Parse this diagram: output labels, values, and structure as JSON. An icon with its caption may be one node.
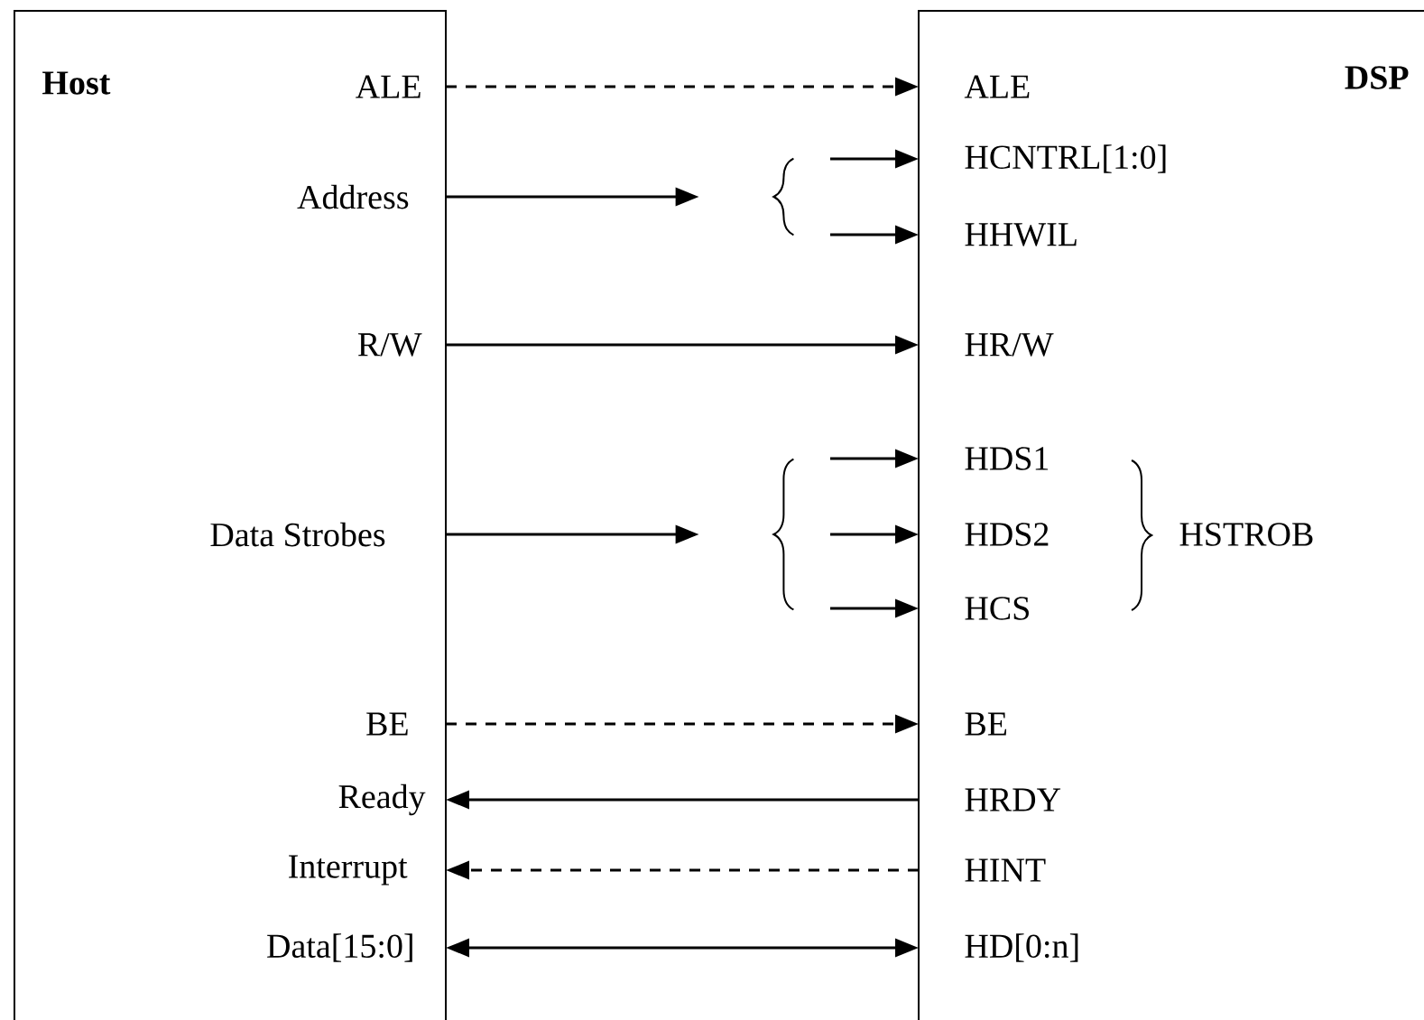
{
  "diagram": {
    "nodes": [
      {
        "text": [
          "Host"
        ]
      },
      {
        "text": [
          "DSP"
        ]
      },
      {
        "text": [
          "ALE"
        ],
        "in": 0
      },
      {
        "text": [
          "Address"
        ],
        "in": 0
      },
      {
        "text": [
          "R/W"
        ],
        "in": 0
      },
      {
        "text": [
          "Data Strobes"
        ],
        "in": 0
      },
      {
        "text": [
          "BE"
        ],
        "in": 0
      },
      {
        "text": [
          "Ready"
        ],
        "in": 0
      },
      {
        "text": [
          "Interrupt"
        ],
        "in": 0
      },
      {
        "text": [
          "Data[15:0]"
        ],
        "in": 0
      },
      {
        "text": [],
        "shape": "brace"
      },
      {
        "text": [],
        "shape": "brace"
      },
      {
        "text": [
          "ALE"
        ],
        "in": 1
      },
      {
        "text": [
          "HCNTRL[1:0]"
        ],
        "in": 1
      },
      {
        "text": [
          "HHWIL"
        ],
        "in": 1
      },
      {
        "text": [
          "HR/W"
        ],
        "in": 1
      },
      {
        "text": [
          "HDS1"
        ],
        "in": 1
      },
      {
        "text": [
          "HDS2"
        ],
        "in": 1
      },
      {
        "text": [
          "HCS"
        ],
        "in": 1
      },
      {
        "text": [
          "BE"
        ],
        "in": 1
      },
      {
        "text": [
          "HRDY"
        ],
        "in": 1
      },
      {
        "text": [
          "HINT"
        ],
        "in": 1
      },
      {
        "text": [
          "HD[0:n]"
        ],
        "in": 1
      }
    ],
    "edges": [
      {
        "from": 2,
        "to": 12,
        "arrow": "to",
        "style": "dashed"
      },
      {
        "from": 3,
        "to": 10,
        "arrow": "to"
      },
      {
        "from": 10,
        "to": 13,
        "arrow": "to"
      },
      {
        "from": 10,
        "to": 14,
        "arrow": "to"
      },
      {
        "from": 4,
        "to": 15,
        "arrow": "to"
      },
      {
        "from": 5,
        "to": 11,
        "arrow": "to"
      },
      {
        "from": 11,
        "to": 16,
        "arrow": "to"
      },
      {
        "from": 11,
        "to": 17,
        "arrow": "to"
      },
      {
        "from": 11,
        "to": 18,
        "arrow": "to"
      },
      {
        "from": 6,
        "to": 19,
        "arrow": "to",
        "style": "dashed"
      },
      {
        "from": 20,
        "to": 7,
        "arrow": "to"
      },
      {
        "from": 21,
        "to": 8,
        "arrow": "to",
        "style": "dashed"
      },
      {
        "from": 9,
        "to": 22,
        "arrow": "both"
      }
    ],
    "labels": [
      "HSTROB"
    ]
  }
}
